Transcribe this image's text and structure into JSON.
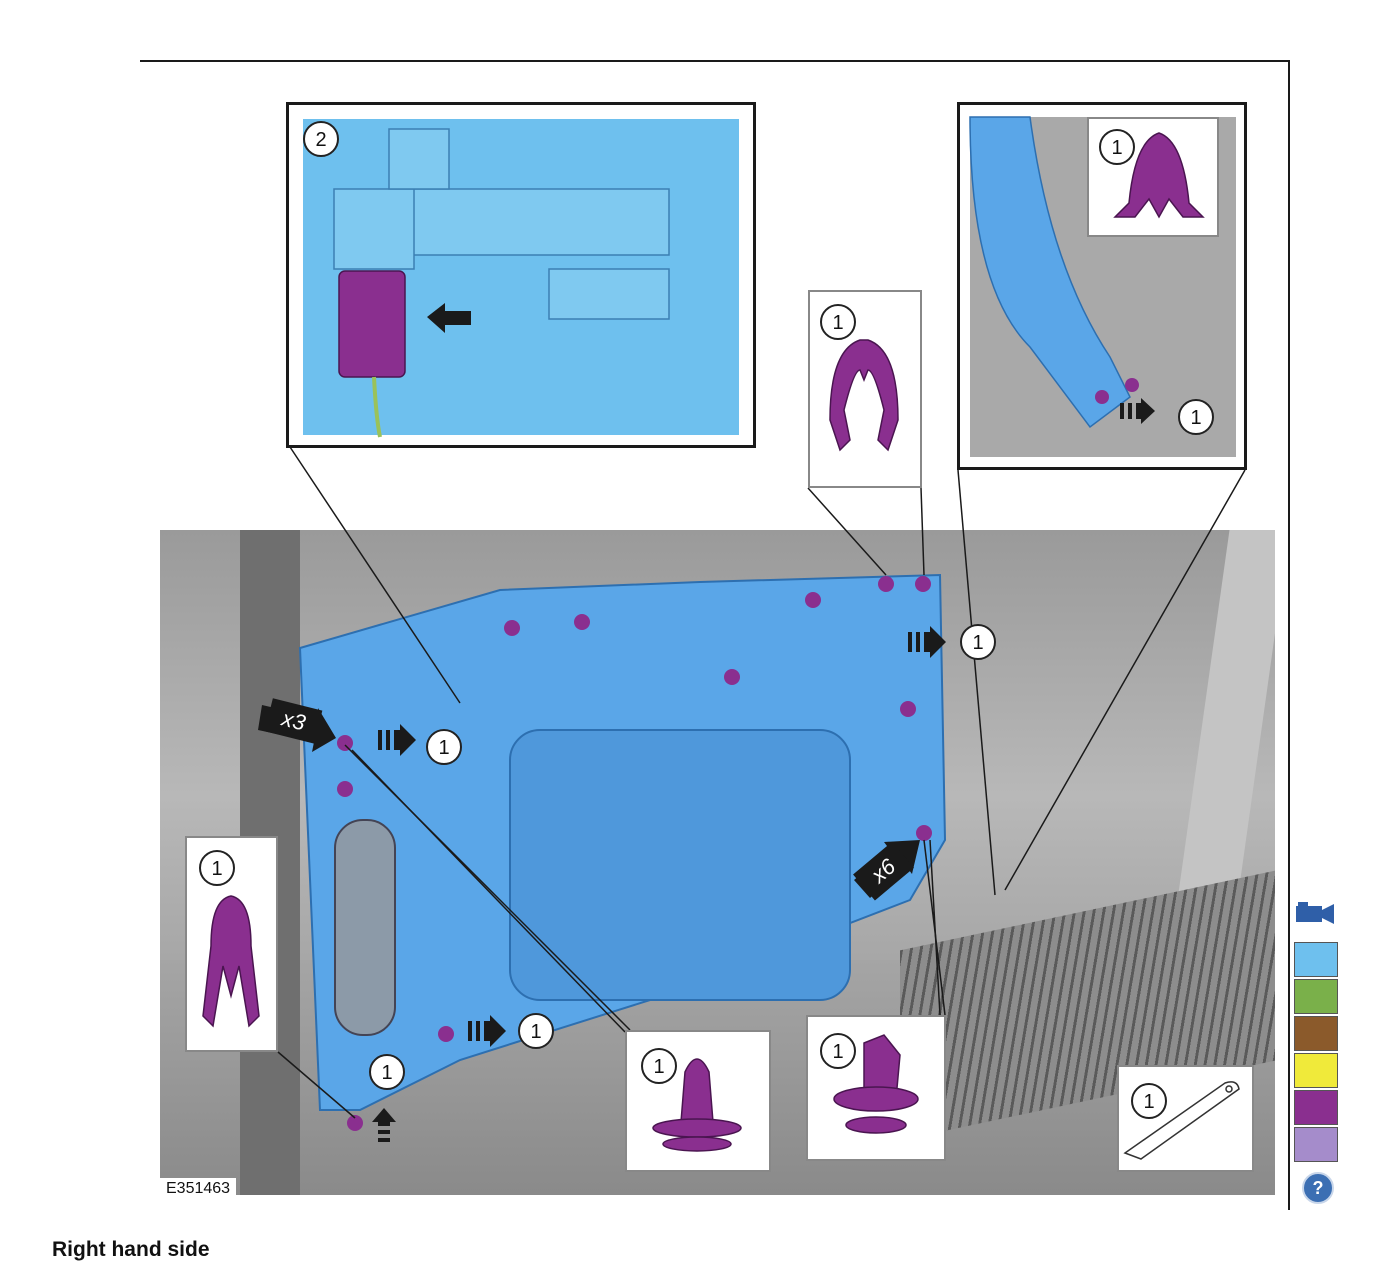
{
  "figure_id": "E351463",
  "caption": "Right hand side",
  "callouts": {
    "c2": "2",
    "c1": "1"
  },
  "multipliers": {
    "x3": "x3",
    "x6": "x6"
  },
  "legend": {
    "icon": "video-camera-icon",
    "swatches": [
      "#6ec0ee",
      "#7ab04a",
      "#8b5a2b",
      "#f0ea3a",
      "#8a2f8f",
      "#a58ccb"
    ],
    "help_glyph": "?"
  },
  "colors": {
    "panel": "#5aa6e8",
    "clip": "#8a2f8f",
    "arrow": "#1a1a1a"
  }
}
